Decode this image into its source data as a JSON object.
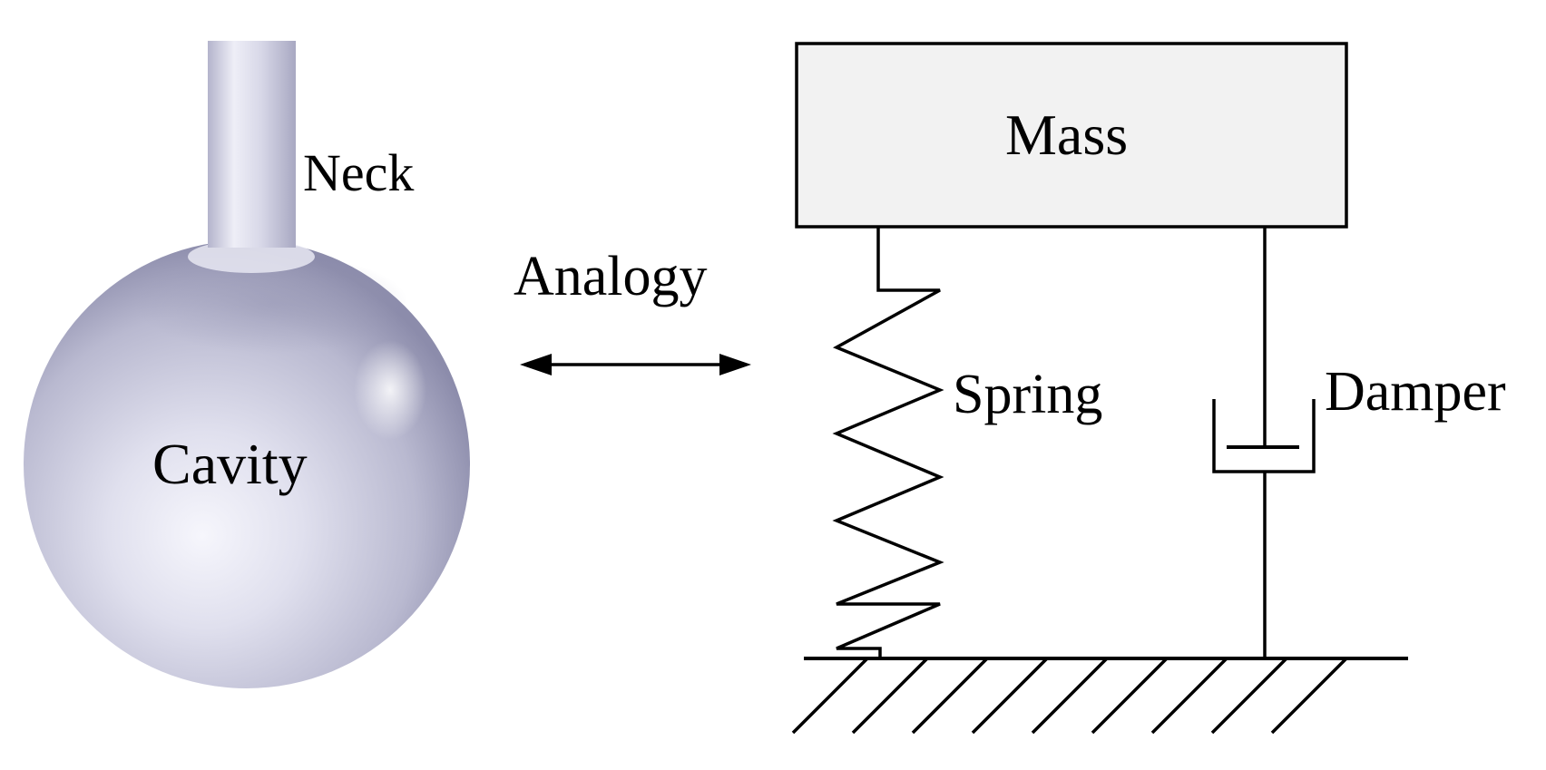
{
  "labels": {
    "neck": "Neck",
    "cavity": "Cavity",
    "analogy": "Analogy",
    "mass": "Mass",
    "spring": "Spring",
    "damper": "Damper"
  },
  "colors": {
    "line": "#000000",
    "mass_fill": "#f2f2f2",
    "resonator_light": "#f4f4fb",
    "resonator_mid": "#c9c9dd",
    "resonator_dark": "#8e8eab",
    "background": "#ffffff"
  }
}
